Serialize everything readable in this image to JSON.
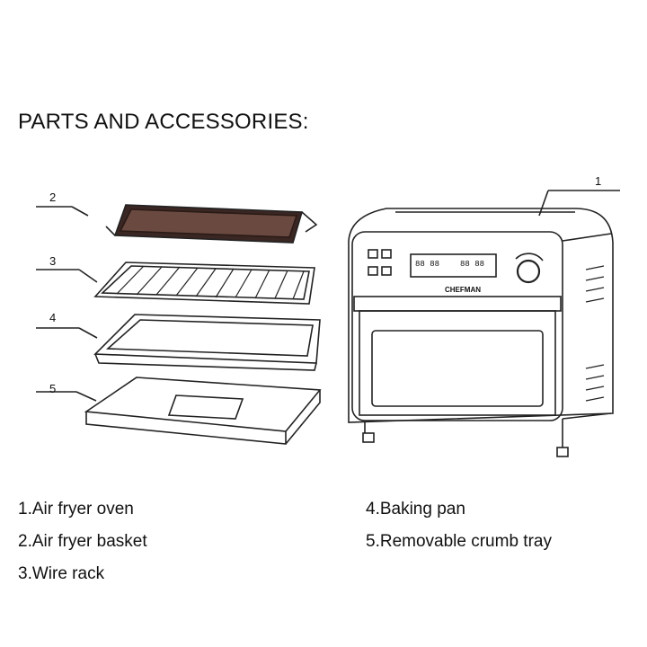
{
  "heading": "PARTS AND ACCESSORIES:",
  "callouts": [
    "1",
    "2",
    "3",
    "4",
    "5"
  ],
  "oven": {
    "brand": "CHEFMAN",
    "display_left": "88 88",
    "display_right": "88 88"
  },
  "captions": [
    "1.Air fryer oven",
    "2.Air fryer basket",
    "3.Wire rack",
    "4.Baking pan",
    "5.Removable crumb tray"
  ]
}
